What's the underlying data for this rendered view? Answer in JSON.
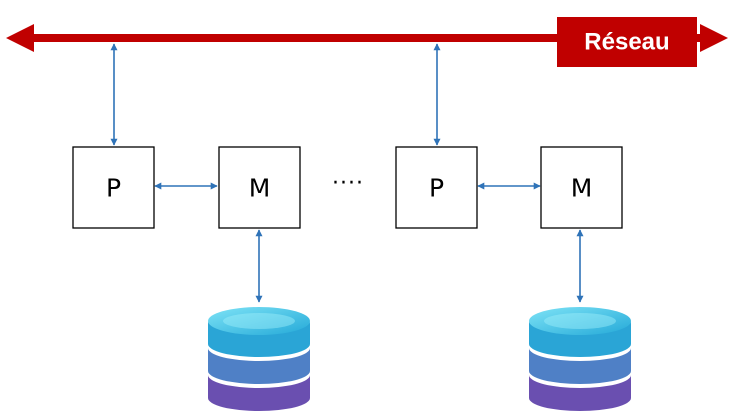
{
  "network": {
    "label": "Réseau",
    "color": "#c00000"
  },
  "nodes": [
    {
      "label": "P"
    },
    {
      "label": "M"
    },
    {
      "label": "P"
    },
    {
      "label": "M"
    }
  ],
  "ellipsis": "····",
  "colors": {
    "link": "#2f73b8",
    "database_top": "#38c2e6",
    "database_bottom": "#6a4fb0"
  },
  "icons": [
    "database-icon",
    "database-icon"
  ]
}
